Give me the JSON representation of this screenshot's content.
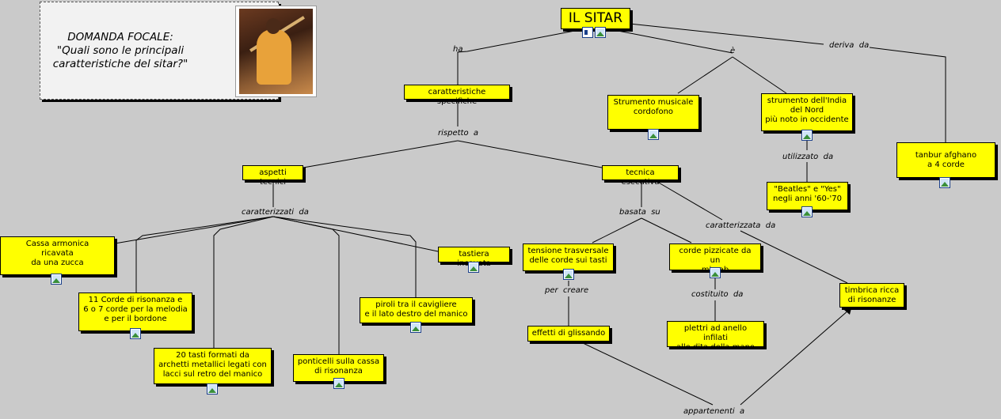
{
  "focal": {
    "text": "DOMANDA FOCALE:\n\"Quali sono le principali\ncaratteristiche del sitar?\""
  },
  "nodes": {
    "sitar": "IL SITAR",
    "caratteristiche": "caratteristiche specifiche",
    "strumento_musicale": "Strumento musicale\ncordofono",
    "strumento_india": "strumento dell'India\ndel Nord\npiù noto in occidente",
    "tanbur": "tanbur afghano\na 4 corde",
    "beatles": "\"Beatles\"  e \"Yes\"\nnegli anni '60-'70",
    "aspetti_tecnici": "aspetti tecnici",
    "tecnica_esecutiva": "tecnica esecutiva",
    "cassa": "Cassa armonica\nricavata\nda una zucca",
    "tastiera": "tastiera incavata",
    "corde_risonanza": "11 Corde di risonanza e\n6 o 7 corde per la melodia\ne per il bordone",
    "piroli": "piroli tra il cavigliere\ne il lato destro del manico",
    "tasti": "20 tasti formati da\narchetti metallici legati con\nlacci sul retro del manico",
    "ponticelli": "ponticelli sulla cassa\ndi risonanza",
    "tensione": "tensione trasversale\ndelle corde sui tasti",
    "corde_pizzicate": "corde pizzicate da un\nmizrab",
    "timbrica": "timbrica ricca\ndi risonanze",
    "glissando": "effetti di glissando",
    "plettri": "plettri ad anello infilati\nalle dita della mano"
  },
  "labels": {
    "ha": "ha",
    "e": "è",
    "deriva_da": "deriva  da",
    "rispetto_a": "rispetto  a",
    "utilizzato_da": "utilizzato  da",
    "caratterizzati_da": "caratterizzati  da",
    "basata_su": "basata  su",
    "caratterizzata_da": "caratterizzata  da",
    "per_creare": "per  creare",
    "costituito_da": "costituito  da",
    "appartenenti_a": "appartenenti  a"
  },
  "icons": {
    "sound": "speaker-icon",
    "image": "image-icon"
  },
  "colors": {
    "background": "#cacaca",
    "node_fill": "#ffff00",
    "node_border": "#000000"
  }
}
